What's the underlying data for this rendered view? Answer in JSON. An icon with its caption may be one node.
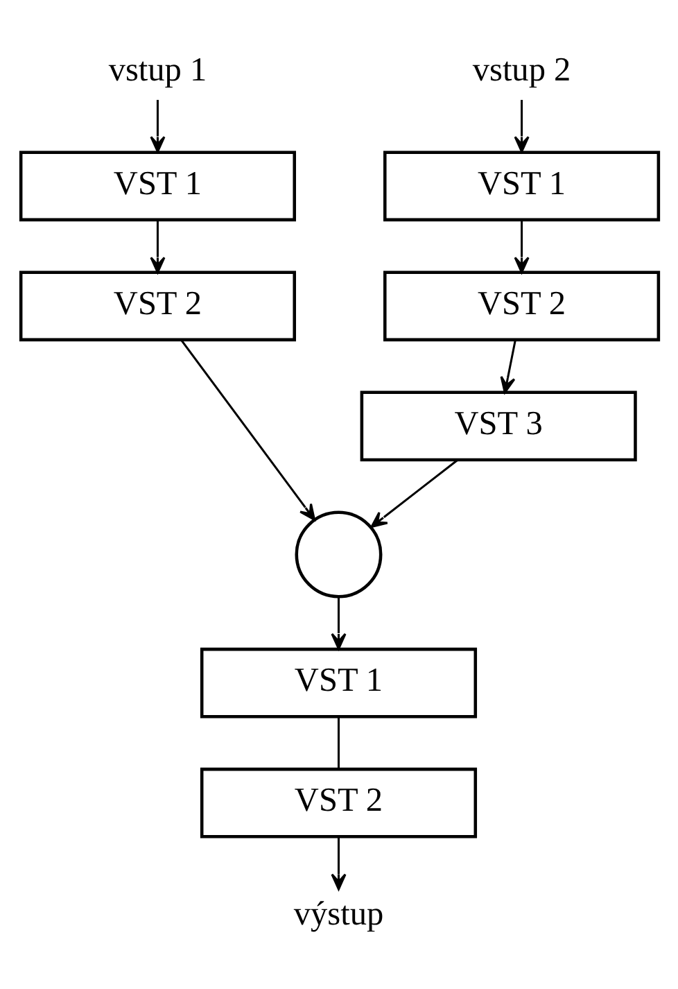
{
  "diagram": {
    "nodes": [
      {
        "text": [
          "vstup 1"
        ]
      },
      {
        "text": [
          "VST 1"
        ]
      },
      {
        "text": [
          "VST 2"
        ]
      },
      {
        "text": [
          "vstup 2"
        ]
      },
      {
        "text": [
          "VST 1"
        ]
      },
      {
        "text": [
          "VST 2"
        ]
      },
      {
        "text": [
          "VST 3"
        ]
      },
      {
        "text": [],
        "shape": "circle"
      },
      {
        "text": [
          "VST 1"
        ]
      },
      {
        "text": [
          "VST 2"
        ]
      },
      {
        "text": [
          "výstup"
        ]
      }
    ],
    "edges": [
      {
        "from": 0,
        "to": 1,
        "arrow": "to"
      },
      {
        "from": 1,
        "to": 2,
        "arrow": "to"
      },
      {
        "from": 3,
        "to": 4,
        "arrow": "to"
      },
      {
        "from": 4,
        "to": 5,
        "arrow": "to"
      },
      {
        "from": 5,
        "to": 6,
        "arrow": "to"
      },
      {
        "from": 2,
        "to": 7,
        "arrow": "to"
      },
      {
        "from": 6,
        "to": 7,
        "arrow": "to"
      },
      {
        "from": 7,
        "to": 8,
        "arrow": "to"
      },
      {
        "from": 8,
        "to": 9,
        "arrow": "none"
      },
      {
        "from": 9,
        "to": 10,
        "arrow": "to"
      }
    ]
  }
}
